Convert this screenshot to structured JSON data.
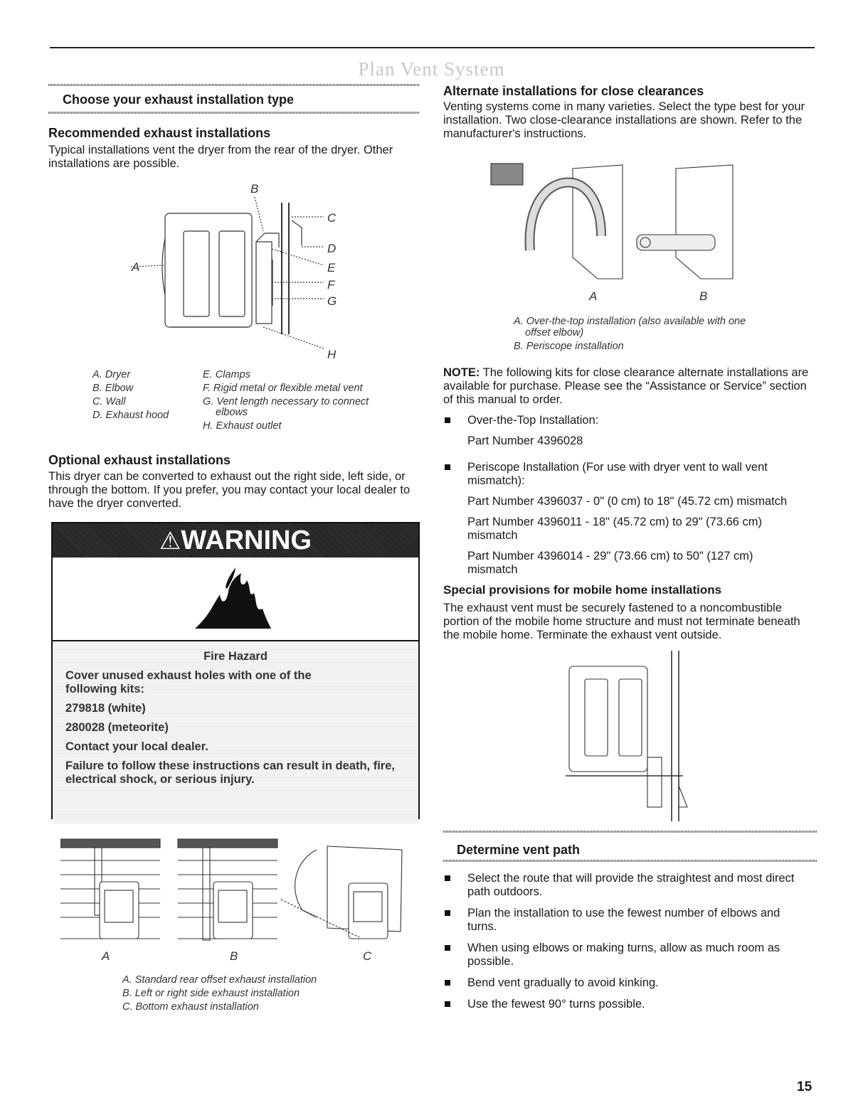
{
  "page_title": "Plan Vent System",
  "page_number": "15",
  "left": {
    "section_title": "Choose your exhaust installation type",
    "recommended": {
      "heading": "Recommended exhaust installations",
      "text": "Typical installations vent the dryer from the rear of the dryer. Other installations are possible.",
      "fig_labels": {
        "a": "A",
        "b": "B",
        "c": "C",
        "d": "D",
        "e": "E",
        "f": "F",
        "g": "G",
        "h": "H"
      },
      "legend_left": [
        "A. Dryer",
        "B. Elbow",
        "C. Wall",
        "D. Exhaust hood"
      ],
      "legend_right": [
        "E. Clamps",
        "F. Rigid metal or flexible metal vent",
        "G. Vent length necessary to connect",
        "elbows",
        "H. Exhaust outlet"
      ]
    },
    "optional": {
      "heading": "Optional exhaust installations",
      "text": "This dryer can be converted to exhaust out the right side, left side, or through the bottom. If you prefer, you may contact your local dealer to have the dryer converted."
    },
    "warning": {
      "title": "WARNING",
      "hazard": "Fire Hazard",
      "lines": [
        "Cover unused exhaust holes with one of the following kits:",
        "279818 (white)",
        "280028 (meteorite)",
        "Contact your local dealer.",
        "Failure to follow these instructions can result in death, fire, electrical shock, or serious injury."
      ]
    },
    "bottom_fig": {
      "labels": [
        "A",
        "B",
        "C"
      ],
      "captions": [
        "A. Standard rear offset exhaust installation",
        "B. Left or right side exhaust installation",
        "C. Bottom exhaust installation"
      ]
    }
  },
  "right": {
    "alternate": {
      "heading": "Alternate installations for close clearances",
      "text": "Venting systems come in many varieties. Select the type best for your installation. Two close-clearance installations are shown. Refer to the manufacturer's instructions.",
      "fig_labels": [
        "A",
        "B"
      ],
      "captions": [
        "A. Over-the-top installation (also available with one",
        "offset elbow)",
        "B. Periscope installation"
      ]
    },
    "note": {
      "label": "NOTE:",
      "text": " The following kits for close clearance alternate installations are available for purchase. Please see the “Assistance or Service” section of this manual to order.",
      "items": [
        {
          "title": "Over-the-Top Installation:",
          "parts": [
            "Part Number 4396028"
          ]
        },
        {
          "title": "Periscope Installation (For use with dryer vent to wall vent mismatch):",
          "parts": [
            "Part Number 4396037 - 0\" (0 cm) to 18\" (45.72 cm) mismatch",
            "Part Number 4396011 - 18\" (45.72 cm) to 29\" (73.66 cm) mismatch",
            "Part Number 4396014 - 29\" (73.66 cm) to 50\" (127 cm) mismatch"
          ]
        }
      ]
    },
    "mobile": {
      "heading": "Special provisions for mobile home installations",
      "text": "The exhaust vent must be securely fastened to a noncombustible portion of the mobile home structure and must not terminate beneath the mobile home. Terminate the exhaust vent outside."
    },
    "determine": {
      "section_title": "Determine vent path",
      "bullets": [
        "Select the route that will provide the straightest and most direct path outdoors.",
        "Plan the installation to use the fewest number of elbows and turns.",
        "When using elbows or making turns, allow as much room as possible.",
        "Bend vent gradually to avoid kinking.",
        "Use the fewest 90° turns possible."
      ]
    }
  }
}
